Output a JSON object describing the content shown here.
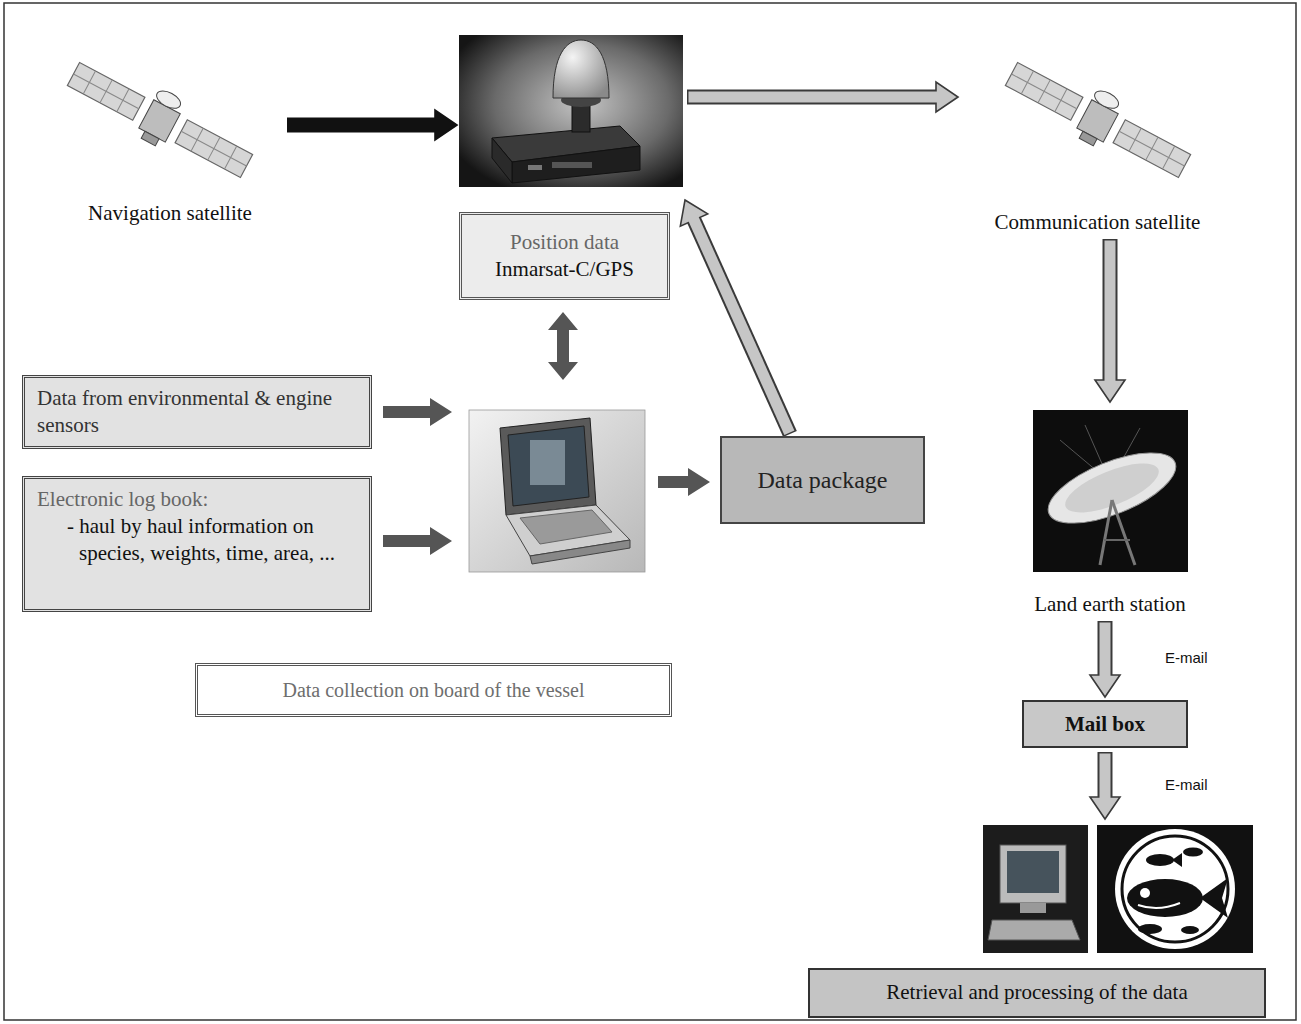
{
  "diagram": {
    "nodes": [
      {
        "text": [
          "Navigation satellite"
        ]
      },
      {
        "text": [
          "Position data",
          "Inmarsat-C/GPS"
        ]
      },
      {
        "text": [
          "Communication satellite"
        ]
      },
      {
        "text": [
          "Data from environmental & engine sensors"
        ]
      },
      {
        "text": [
          "Electronic log book:",
          "- haul by haul information on species, weights, time, area, ..."
        ]
      },
      {
        "text": [
          "Data package"
        ]
      },
      {
        "text": [
          "Data collection on board of the vessel"
        ]
      },
      {
        "text": [
          "Land earth station"
        ]
      },
      {
        "text": [
          "Mail box"
        ]
      },
      {
        "text": [
          "Retrieval and processing of the data"
        ]
      }
    ],
    "edges": [
      {
        "from": 0,
        "to": 1,
        "arrow": "to"
      },
      {
        "from": 5,
        "to": 1,
        "arrow": "to"
      },
      {
        "from": 1,
        "to": 2,
        "arrow": "to"
      },
      {
        "from": 2,
        "to": 7,
        "arrow": "to"
      },
      {
        "from": 7,
        "to": 8,
        "label": "E-mail",
        "arrow": "to"
      },
      {
        "from": 8,
        "to": 9,
        "label": "E-mail",
        "arrow": "to"
      }
    ]
  }
}
